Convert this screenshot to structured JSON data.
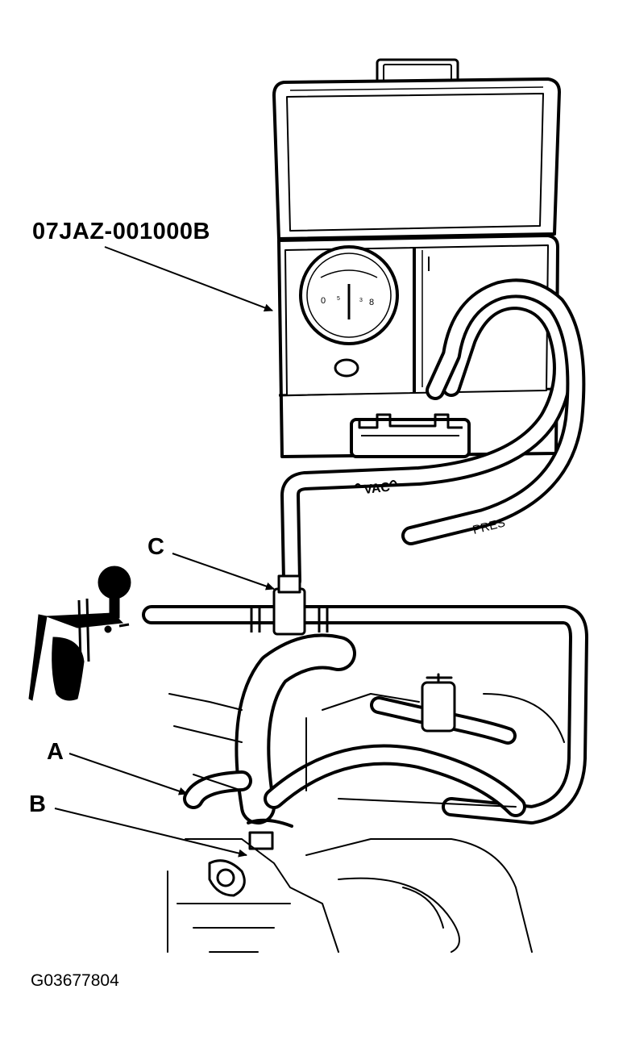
{
  "callouts": {
    "tool_part_number": "07JAZ-001000B",
    "c": "C",
    "a": "A",
    "b": "B"
  },
  "hose_labels": {
    "vac": "VAC",
    "pres": "PRES"
  },
  "figure_id": "G03677804",
  "colors": {
    "ink": "#000000",
    "paper": "#ffffff"
  }
}
